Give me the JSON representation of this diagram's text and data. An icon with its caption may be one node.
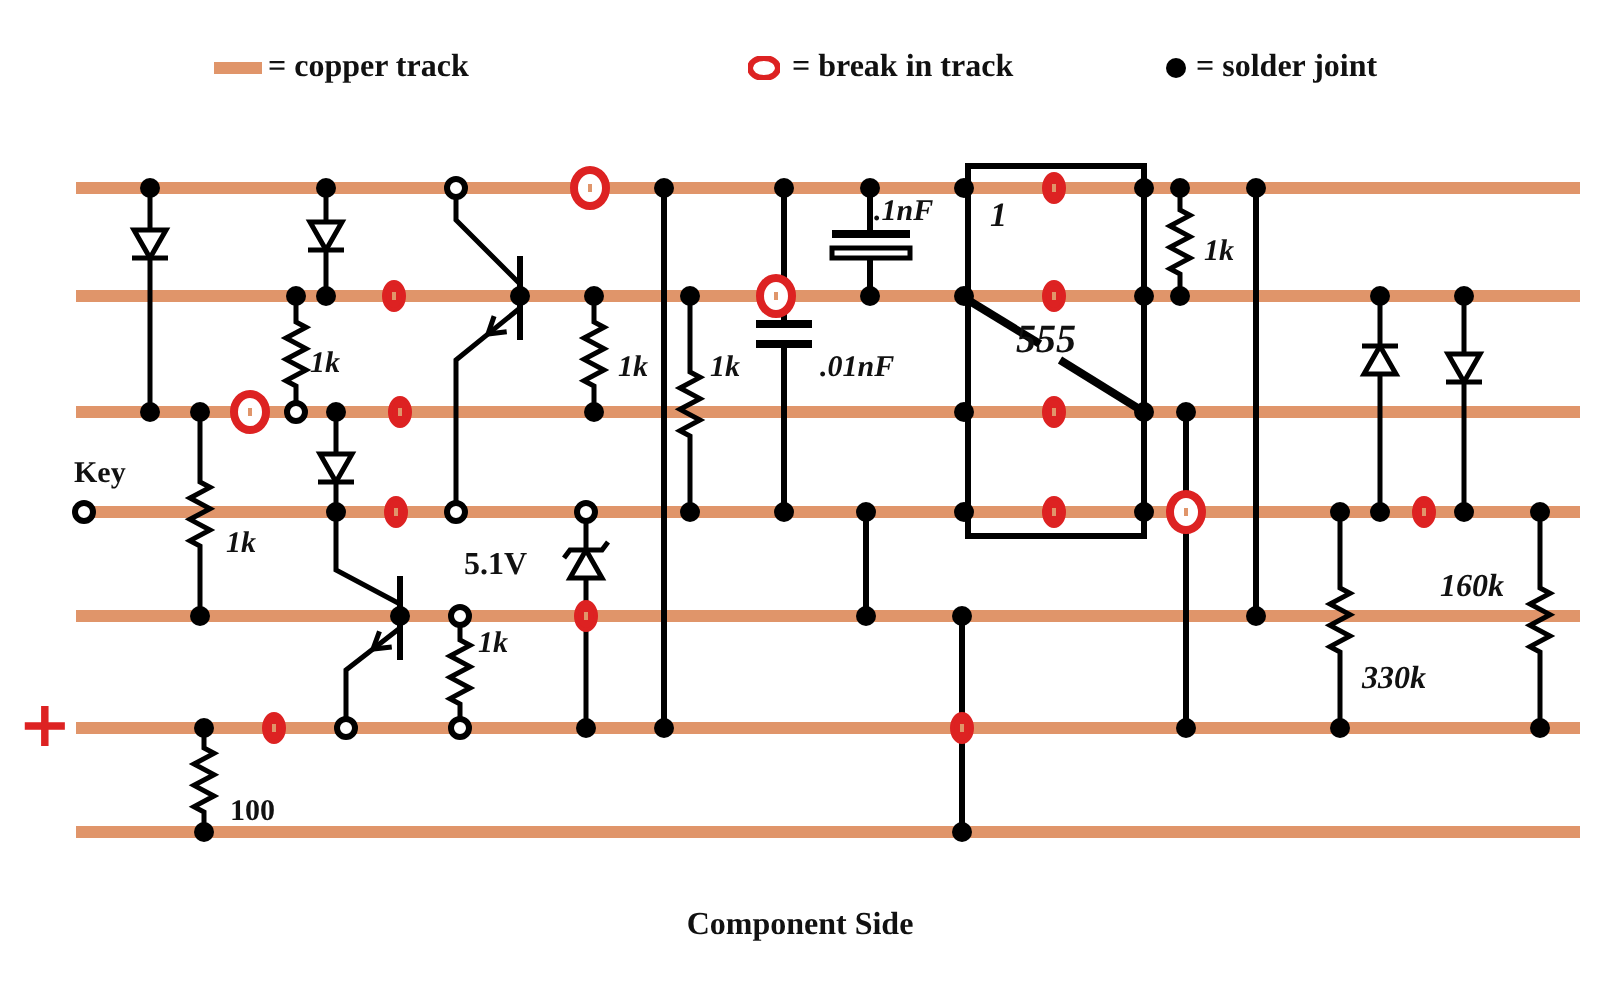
{
  "diagram": {
    "caption": "Component Side",
    "labels": [
      ".1nF",
      "1",
      "1k",
      "1k",
      "1k",
      "1k",
      ".01nF",
      "555",
      "Key",
      "1k",
      "5.1V",
      "160k",
      "1k",
      "+",
      "330k",
      "100"
    ],
    "legend": [
      {
        "text": "= copper track"
      },
      {
        "text": "= break in track"
      },
      {
        "text": "= solder joint"
      }
    ]
  }
}
